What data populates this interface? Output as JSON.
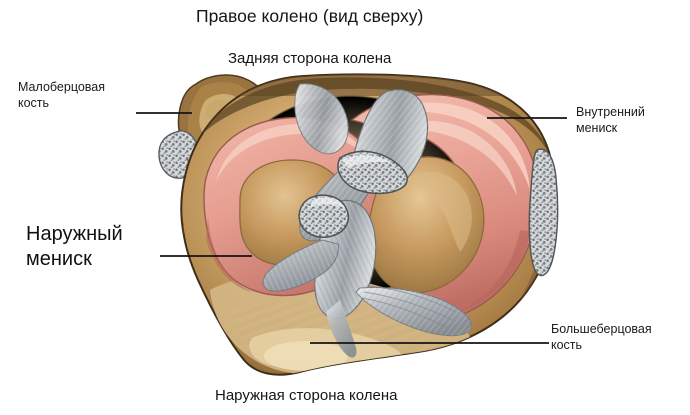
{
  "diagram": {
    "title": "Правое колено (вид сверху)",
    "subtitle_posterior": "Задняя сторона колена",
    "subtitle_anterior": "Наружная сторона колена",
    "labels": {
      "fibula": "Малоберцовая\nкость",
      "medial_meniscus": "Внутренний\nмениск",
      "lateral_meniscus": "Наружный\nмениск",
      "tibia": "Большеберцовая\n кость"
    },
    "colors": {
      "meniscus_pink": "#e8a398",
      "meniscus_pink_dark": "#c9766c",
      "bone_tan": "#c49a62",
      "bone_tan_light": "#dcbd8b",
      "bone_brown_dark": "#6f5230",
      "bone_brown_mid": "#9a7440",
      "ligament_gray": "#b9bcc0",
      "ligament_gray_light": "#e6e8ea",
      "ligament_gray_dark": "#7d8287",
      "leader_line": "#141414",
      "background": "#ffffff",
      "text": "#161616"
    }
  }
}
